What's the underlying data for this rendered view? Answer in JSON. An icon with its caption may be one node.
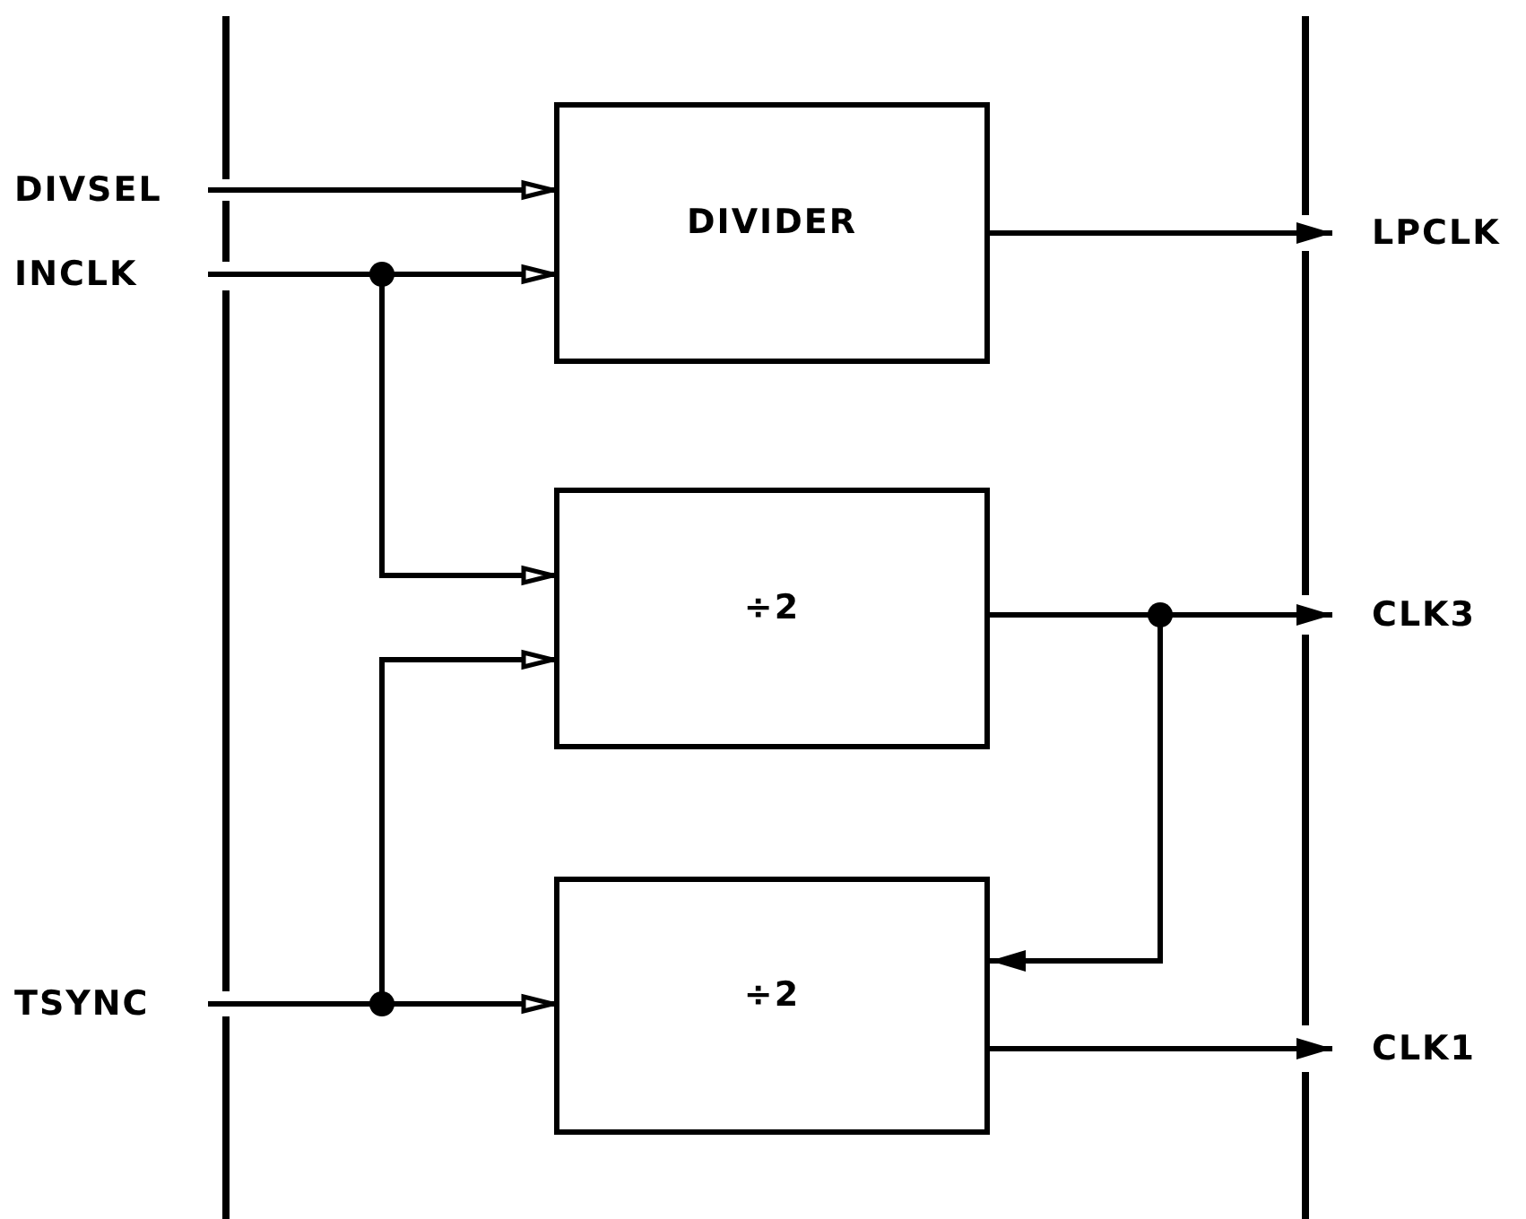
{
  "diagram": {
    "nodes": [
      {
        "text": [
          "DIVSEL"
        ]
      },
      {
        "text": [
          "INCLK"
        ]
      },
      {
        "text": [
          "TSYNC"
        ]
      },
      {
        "text": [
          "DIVIDER"
        ]
      },
      {
        "text": [
          "÷2"
        ]
      },
      {
        "text": [
          "÷2"
        ]
      },
      {
        "text": [
          "LPCLK"
        ]
      },
      {
        "text": [
          "CLK3"
        ]
      },
      {
        "text": [
          "CLK1"
        ]
      }
    ],
    "edges": [
      {
        "from": 0,
        "to": 3,
        "arrow": "to"
      },
      {
        "from": 1,
        "to": 3,
        "arrow": "to"
      },
      {
        "from": 1,
        "to": 4,
        "arrow": "to"
      },
      {
        "from": 2,
        "to": 4,
        "arrow": "to"
      },
      {
        "from": 2,
        "to": 5,
        "arrow": "to"
      },
      {
        "from": 3,
        "to": 6,
        "arrow": "to"
      },
      {
        "from": 4,
        "to": 7,
        "arrow": "to"
      },
      {
        "from": 4,
        "to": 5,
        "arrow": "to"
      },
      {
        "from": 5,
        "to": 8,
        "arrow": "to"
      }
    ]
  }
}
